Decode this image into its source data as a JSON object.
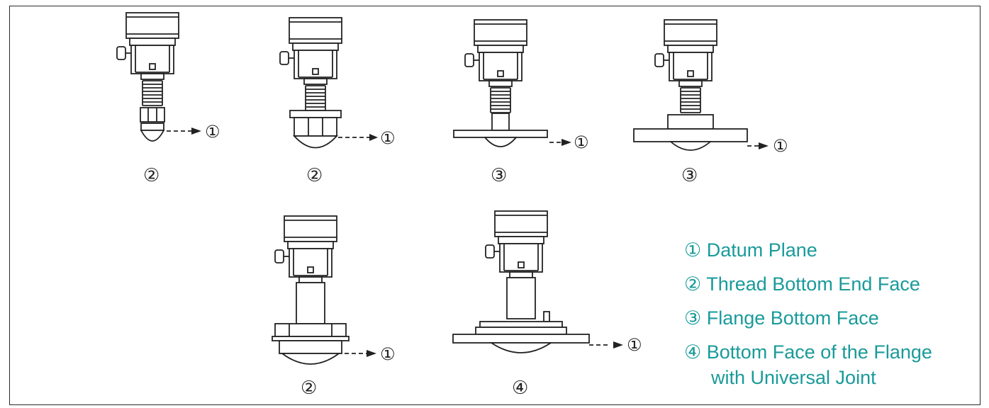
{
  "markers": {
    "m1": "①",
    "m2": "②",
    "m3": "③",
    "m4": "④"
  },
  "devices": [
    {
      "id": "d1",
      "type_marker": "②",
      "callout": "①"
    },
    {
      "id": "d2",
      "type_marker": "②",
      "callout": "①"
    },
    {
      "id": "d3",
      "type_marker": "③",
      "callout": "①"
    },
    {
      "id": "d4",
      "type_marker": "③",
      "callout": "①"
    },
    {
      "id": "d5",
      "type_marker": "②",
      "callout": "①"
    },
    {
      "id": "d6",
      "type_marker": "④",
      "callout": "①"
    }
  ],
  "legend": {
    "item1": "① Datum Plane",
    "item2": "② Thread Bottom End Face",
    "item3": "③ Flange Bottom Face",
    "item4_line1": "④ Bottom Face of the Flange",
    "item4_line2": "with Universal Joint"
  },
  "colors": {
    "legend_text": "#1a9a9a",
    "line": "#222222"
  }
}
